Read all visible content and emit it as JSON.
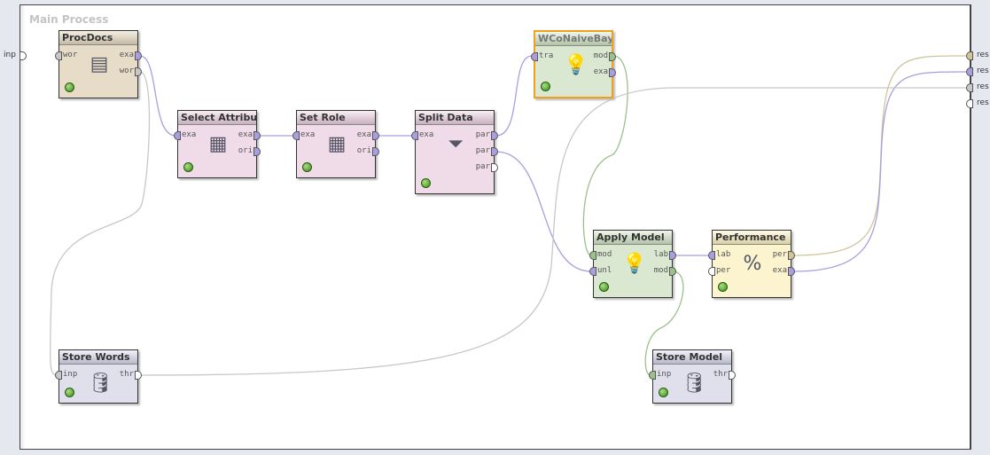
{
  "process_title": "Main Process",
  "colors": {
    "example": "#a89ee0",
    "word": "#c8c8c8",
    "model": "#9cc08c",
    "performance": "#d0c69a",
    "selected": "#f0a020"
  },
  "canvas_inputs": [
    {
      "label": "inp"
    }
  ],
  "canvas_outputs": [
    {
      "label": "res"
    },
    {
      "label": "res"
    },
    {
      "label": "res"
    },
    {
      "label": "res"
    }
  ],
  "operators": {
    "procdocs": {
      "title": "ProcDocs",
      "in": [
        "wor"
      ],
      "out": [
        "exa",
        "wor"
      ],
      "icon": "document-icon"
    },
    "select": {
      "title": "Select Attribu...",
      "in": [
        "exa"
      ],
      "out": [
        "exa",
        "ori"
      ],
      "icon": "table-delete-icon"
    },
    "setrole": {
      "title": "Set Role",
      "in": [
        "exa"
      ],
      "out": [
        "exa",
        "ori"
      ],
      "icon": "table-edit-icon"
    },
    "split": {
      "title": "Split Data",
      "in": [
        "exa"
      ],
      "out": [
        "par",
        "par",
        "par"
      ],
      "icon": "funnel-icon"
    },
    "nb": {
      "title": "WCoNaiveBay...",
      "in": [
        "tra"
      ],
      "out": [
        "mod",
        "exa"
      ],
      "icon": "lightbulb-icon"
    },
    "apply": {
      "title": "Apply Model",
      "in": [
        "mod",
        "unl"
      ],
      "out": [
        "lab",
        "mod"
      ],
      "icon": "lightbulb-on-icon"
    },
    "perf": {
      "title": "Performance",
      "in": [
        "lab",
        "per"
      ],
      "out": [
        "per",
        "exa"
      ],
      "icon": "percent-icon"
    },
    "storewords": {
      "title": "Store Words",
      "in": [
        "inp"
      ],
      "out": [
        "thr"
      ],
      "icon": "store-database-icon"
    },
    "storemodel": {
      "title": "Store Model",
      "in": [
        "inp"
      ],
      "out": [
        "thr"
      ],
      "icon": "store-database-icon"
    }
  }
}
